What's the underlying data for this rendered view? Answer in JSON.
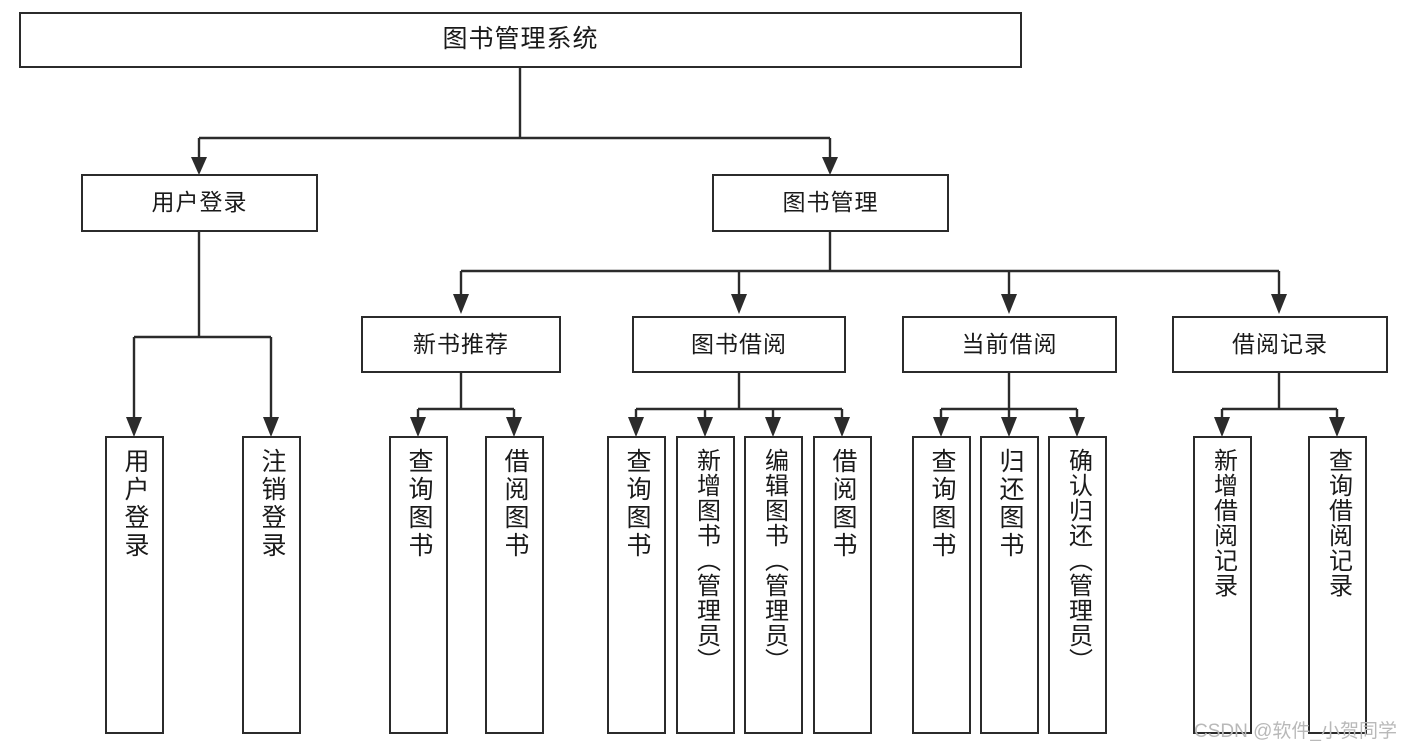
{
  "diagram": {
    "title": "图书管理系统",
    "type": "function-structure-tree",
    "watermark": "CSDN @软件_小贺同学",
    "colors": {
      "stroke": "#2b2b2b",
      "fill": "#ffffff",
      "text": "#1a1a1a",
      "watermark": "#b9b9b9"
    },
    "levels": {
      "root": {
        "label": "图书管理系统"
      },
      "level1": [
        {
          "label": "用户登录"
        },
        {
          "label": "图书管理"
        }
      ],
      "level2": [
        {
          "label": "新书推荐"
        },
        {
          "label": "图书借阅"
        },
        {
          "label": "当前借阅"
        },
        {
          "label": "借阅记录"
        }
      ],
      "leaves": [
        {
          "label": "用户登录",
          "parent": "用户登录"
        },
        {
          "label": "注销登录",
          "parent": "用户登录"
        },
        {
          "label": "查询图书",
          "parent": "新书推荐"
        },
        {
          "label": "借阅图书",
          "parent": "新书推荐"
        },
        {
          "label": "查询图书",
          "parent": "图书借阅"
        },
        {
          "label": "新增图书（管理员）",
          "parent": "图书借阅"
        },
        {
          "label": "编辑图书（管理员）",
          "parent": "图书借阅"
        },
        {
          "label": "借阅图书",
          "parent": "图书借阅"
        },
        {
          "label": "查询图书",
          "parent": "当前借阅"
        },
        {
          "label": "归还图书",
          "parent": "当前借阅"
        },
        {
          "label": "确认归还（管理员）",
          "parent": "当前借阅"
        },
        {
          "label": "新增借阅记录",
          "parent": "借阅记录"
        },
        {
          "label": "查询借阅记录",
          "parent": "借阅记录"
        }
      ]
    }
  }
}
